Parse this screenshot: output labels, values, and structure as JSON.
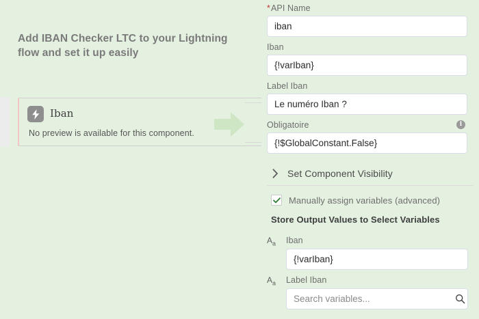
{
  "theme": {
    "background": "#e4f0e0",
    "input_background": "#ffffff",
    "input_border": "#d8dde6",
    "accent_required": "#c23934",
    "arrow_green": "#cfe6c4",
    "card_stripe": "#f2c4c4",
    "icon_gray": "#8e8e8e",
    "check_green": "#2e7d32"
  },
  "left_pane": {
    "headline": "Add IBAN Checker LTC to your Lightning flow and set it up easily",
    "card": {
      "icon": "lightning-bolt-icon",
      "title": "Iban",
      "subtitle": "No preview is available for this component."
    },
    "arrow_icon": "arrow-right-icon"
  },
  "right_pane": {
    "fields": [
      {
        "label": "API Name",
        "required": true,
        "required_marker": "*",
        "value": "iban",
        "placeholder": "",
        "has_info": false
      },
      {
        "label": "Iban",
        "required": false,
        "required_marker": "",
        "value": "{!varIban}",
        "placeholder": "",
        "has_info": false
      },
      {
        "label": "Label Iban",
        "required": false,
        "required_marker": "",
        "value": "Le numéro Iban ?",
        "placeholder": "",
        "has_info": false
      },
      {
        "label": "Obligatoire",
        "required": false,
        "required_marker": "",
        "value": "{!$GlobalConstant.False}",
        "placeholder": "",
        "has_info": true,
        "info_glyph": "i"
      }
    ],
    "visibility_section": {
      "label": "Set Component Visibility",
      "chevron_icon": "chevron-right-icon",
      "expanded": false
    },
    "manual_assign": {
      "label": "Manually assign variables (advanced)",
      "checked": true,
      "check_glyph": "✔"
    },
    "store_output_heading": "Store Output Values to Select Variables",
    "output_variables": [
      {
        "datatype_icon": "text-datatype-icon",
        "datatype_glyph_main": "A",
        "datatype_glyph_sub": "a",
        "label": "Iban",
        "value": "{!varIban}",
        "placeholder": "",
        "has_search": false
      },
      {
        "datatype_icon": "text-datatype-icon",
        "datatype_glyph_main": "A",
        "datatype_glyph_sub": "a",
        "label": "Label Iban",
        "value": "",
        "placeholder": "Search variables...",
        "has_search": true,
        "search_icon": "search-icon"
      }
    ]
  }
}
